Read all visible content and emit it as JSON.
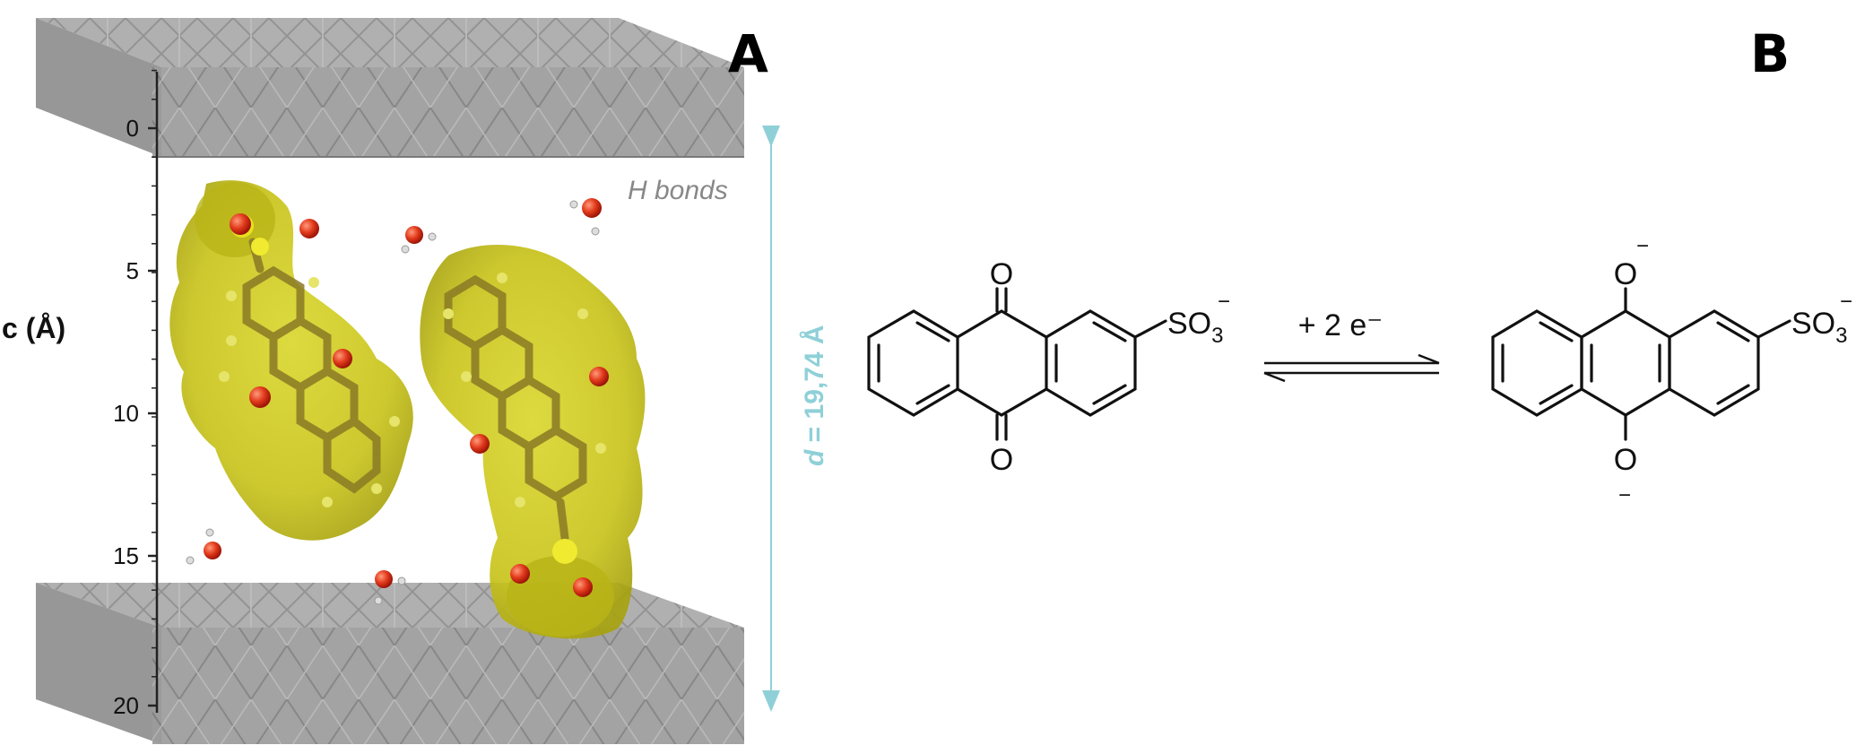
{
  "panel_a": {
    "letter": "A",
    "axis_title": "c (Å)",
    "axis_ticks": [
      "0",
      "5",
      "10",
      "15",
      "20"
    ],
    "hbond_label": "H bonds",
    "interlayer_label_italic": "d",
    "interlayer_label_rest": " = 19,74 Å",
    "colors": {
      "layer": "#9a9a9a",
      "surface": "#c9c61a",
      "oxygen": "#d42a10",
      "sulfur": "#e8e020",
      "dimension": "#8fd0d8"
    }
  },
  "panel_b": {
    "letter": "B",
    "oxygen_top": "O",
    "oxygen_bottom": "O",
    "sulfonate": "SO",
    "sulfonate_sub": "3",
    "sulfonate_charge": "−",
    "reduced_oxygen_top": "O",
    "reduced_oxygen_bottom": "O",
    "reduced_charge": "−",
    "reaction_label": "+ 2 e⁻"
  }
}
